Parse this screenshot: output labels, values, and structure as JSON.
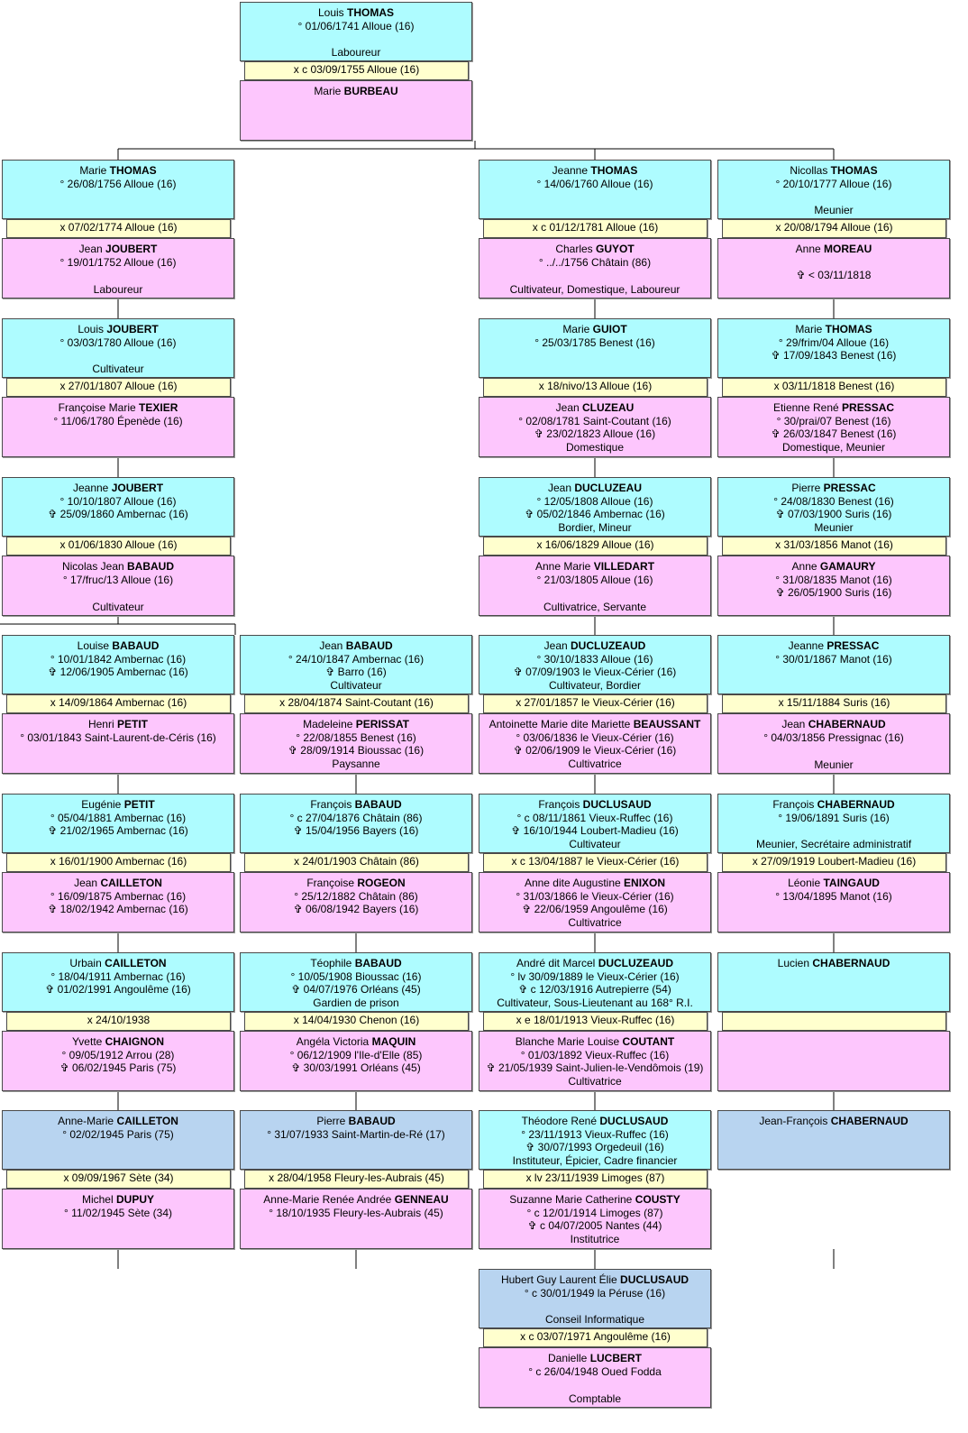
{
  "generations": [
    [
      {
        "type": "primary",
        "first": "Louis",
        "last": "THOMAS",
        "lines": [
          "° 01/06/1741 Alloue (16)"
        ],
        "occupation": "Laboureur"
      },
      {
        "type": "marriage",
        "text": "x c 03/09/1755 Alloue (16)"
      },
      {
        "type": "spouse",
        "first": "Marie",
        "last": "BURBEAU",
        "lines": [],
        "occupation": ""
      }
    ],
    [
      {
        "type": "primary",
        "first": "Marie",
        "last": "THOMAS",
        "lines": [
          "° 26/08/1756 Alloue (16)"
        ],
        "occupation": ""
      },
      {
        "type": "marriage",
        "text": "x 07/02/1774 Alloue (16)"
      },
      {
        "type": "spouse",
        "first": "Jean",
        "last": "JOUBERT",
        "lines": [
          "° 19/01/1752 Alloue (16)"
        ],
        "occupation": "Laboureur"
      },
      {
        "type": "primary",
        "first": "Jeanne",
        "last": "THOMAS",
        "lines": [
          "° 14/06/1760 Alloue (16)"
        ],
        "occupation": ""
      },
      {
        "type": "marriage",
        "text": "x c 01/12/1781 Alloue (16)"
      },
      {
        "type": "spouse",
        "first": "Charles",
        "last": "GUYOT",
        "lines": [
          "° ../../1756 Châtain (86)"
        ],
        "occupation": "Cultivateur, Domestique, Laboureur"
      },
      {
        "type": "primary",
        "first": "Nicollas",
        "last": "THOMAS",
        "lines": [
          "° 20/10/1777 Alloue (16)"
        ],
        "occupation": "Meunier"
      },
      {
        "type": "marriage",
        "text": "x 20/08/1794 Alloue (16)"
      },
      {
        "type": "spouse",
        "first": "Anne",
        "last": "MOREAU",
        "lines": [
          "",
          "✞ < 03/11/1818"
        ],
        "occupation": ""
      }
    ],
    [
      {
        "type": "primary",
        "first": "Louis",
        "last": "JOUBERT",
        "lines": [
          "° 03/03/1780 Alloue (16)"
        ],
        "occupation": "Cultivateur"
      },
      {
        "type": "marriage",
        "text": "x 27/01/1807 Alloue (16)"
      },
      {
        "type": "spouse",
        "first": "Françoise Marie",
        "last": "TEXIER",
        "lines": [
          "° 11/06/1780 Épenède (16)"
        ],
        "occupation": ""
      },
      {
        "type": "primary",
        "first": "Marie",
        "last": "GUIOT",
        "lines": [
          "°   25/03/1785 Benest (16)"
        ],
        "occupation": ""
      },
      {
        "type": "marriage",
        "text": "x 18/nivo/13 Alloue (16)"
      },
      {
        "type": "spouse",
        "first": "Jean",
        "last": "CLUZEAU",
        "lines": [
          "°   02/08/1781 Saint-Coutant (16)",
          "✞   23/02/1823 Alloue (16)",
          "Domestique"
        ],
        "occupation": ""
      },
      {
        "type": "primary",
        "first": "Marie",
        "last": "THOMAS",
        "lines": [
          "° 29/frim/04 Alloue (16)",
          "✞ 17/09/1843 Benest (16)"
        ],
        "occupation": ""
      },
      {
        "type": "marriage",
        "text": "x 03/11/1818 Benest (16)"
      },
      {
        "type": "spouse",
        "first": "Etienne René",
        "last": "PRESSAC",
        "lines": [
          "° 30/prai/07 Benest (16)",
          "✞ 26/03/1847 Benest (16)",
          "Domestique, Meunier"
        ],
        "occupation": ""
      }
    ],
    [
      {
        "type": "primary",
        "first": "Jeanne",
        "last": "JOUBERT",
        "lines": [
          "° 10/10/1807 Alloue (16)",
          "✞ 25/09/1860 Ambernac (16)"
        ],
        "occupation": ""
      },
      {
        "type": "marriage",
        "text": "x 01/06/1830 Alloue (16)"
      },
      {
        "type": "spouse",
        "first": "Nicolas Jean",
        "last": "BABAUD",
        "lines": [
          "° 17/fruc/13 Alloue (16)"
        ],
        "occupation": "Cultivateur"
      },
      {
        "type": "primary",
        "first": "Jean",
        "last": "DUCLUZEAU",
        "lines": [
          "°   12/05/1808 Alloue (16)",
          "✞   05/02/1846 Ambernac (16)",
          "Bordier, Mineur"
        ],
        "occupation": ""
      },
      {
        "type": "marriage",
        "text": "x 16/06/1829 Alloue (16)"
      },
      {
        "type": "spouse",
        "first": "Anne Marie",
        "last": "VILLEDART",
        "lines": [
          "°   21/03/1805 Alloue (16)"
        ],
        "occupation": "Cultivatrice, Servante"
      },
      {
        "type": "primary",
        "first": "Pierre",
        "last": "PRESSAC",
        "lines": [
          "° 24/08/1830 Benest (16)",
          "✞ 07/03/1900 Suris (16)",
          "Meunier"
        ],
        "occupation": ""
      },
      {
        "type": "marriage",
        "text": "x 31/03/1856 Manot (16)"
      },
      {
        "type": "spouse",
        "first": "Anne",
        "last": "GAMAURY",
        "lines": [
          "° 31/08/1835 Manot (16)",
          "✞ 26/05/1900 Suris (16)"
        ],
        "occupation": ""
      }
    ],
    [
      {
        "type": "primary",
        "first": "Louise",
        "last": "BABAUD",
        "lines": [
          "° 10/01/1842 Ambernac (16)",
          "✞ 12/06/1905 Ambernac (16)"
        ],
        "occupation": ""
      },
      {
        "type": "marriage",
        "text": "x 14/09/1864 Ambernac (16)"
      },
      {
        "type": "spouse",
        "first": "Henri",
        "last": "PETIT",
        "lines": [
          "° 03/01/1843 Saint-Laurent-de-Céris (16)"
        ],
        "occupation": ""
      },
      {
        "type": "primary",
        "first": "Jean",
        "last": "BABAUD",
        "lines": [
          "° 24/10/1847 Ambernac (16)",
          "✞ Barro (16)",
          "Cultivateur"
        ],
        "occupation": ""
      },
      {
        "type": "marriage",
        "text": "x 28/04/1874 Saint-Coutant (16)"
      },
      {
        "type": "spouse",
        "first": "Madeleine",
        "last": "PERISSAT",
        "lines": [
          "° 22/08/1855 Benest (16)",
          "✞ 28/09/1914 Bioussac (16)",
          "Paysanne"
        ],
        "occupation": ""
      },
      {
        "type": "primary",
        "first": "Jean",
        "last": "DUCLUZEAUD",
        "lines": [
          "°   30/10/1833 Alloue (16)",
          "✞   07/09/1903 le Vieux-Cérier (16)",
          "Cultivateur, Bordier"
        ],
        "occupation": ""
      },
      {
        "type": "marriage",
        "text": "x   27/01/1857 le Vieux-Cérier (16)"
      },
      {
        "type": "spouse",
        "first": "Antoinette Marie dite Mariette",
        "last": "BEAUSSANT",
        "lines": [
          "°   03/06/1836 le Vieux-Cérier (16)",
          "✞   02/06/1909 le Vieux-Cérier (16)",
          "Cultivatrice"
        ],
        "occupation": ""
      },
      {
        "type": "primary",
        "first": "Jeanne",
        "last": "PRESSAC",
        "lines": [
          "° 30/01/1867 Manot (16)"
        ],
        "occupation": ""
      },
      {
        "type": "marriage",
        "text": "x 15/11/1884 Suris (16)"
      },
      {
        "type": "spouse",
        "first": "Jean",
        "last": "CHABERNAUD",
        "lines": [
          "° 04/03/1856 Pressignac (16)"
        ],
        "occupation": "Meunier"
      }
    ],
    [
      {
        "type": "primary",
        "first": "Eugénie",
        "last": "PETIT",
        "lines": [
          "° 05/04/1881 Ambernac (16)",
          "✞ 21/02/1965 Ambernac (16)"
        ],
        "occupation": ""
      },
      {
        "type": "marriage",
        "text": "x 16/01/1900 Ambernac (16)"
      },
      {
        "type": "spouse",
        "first": "Jean",
        "last": "CAILLETON",
        "lines": [
          "° 16/09/1875 Ambernac (16)",
          "✞ 18/02/1942 Ambernac (16)"
        ],
        "occupation": ""
      },
      {
        "type": "primary",
        "first": "François",
        "last": "BABAUD",
        "lines": [
          "° c 27/04/1876 Châtain (86)",
          "✞ 15/04/1956 Bayers (16)"
        ],
        "occupation": ""
      },
      {
        "type": "marriage",
        "text": "x 24/01/1903 Châtain (86)"
      },
      {
        "type": "spouse",
        "first": "Françoise",
        "last": "ROGEON",
        "lines": [
          "° 25/12/1882 Châtain (86)",
          "✞ 06/08/1942 Bayers (16)"
        ],
        "occupation": ""
      },
      {
        "type": "primary",
        "first": "François",
        "last": "DUCLUSAUD",
        "lines": [
          "° c 08/11/1861 Vieux-Ruffec (16)",
          "✞ 16/10/1944 Loubert-Madieu (16)",
          "Cultivateur"
        ],
        "occupation": ""
      },
      {
        "type": "marriage",
        "text": "x c 13/04/1887 le Vieux-Cérier (16)"
      },
      {
        "type": "spouse",
        "first": "Anne dite Augustine",
        "last": "ENIXON",
        "lines": [
          "°   31/03/1866 le Vieux-Cérier (16)",
          "✞ 22/06/1959 Angoulême (16)",
          "Cultivatrice"
        ],
        "occupation": ""
      },
      {
        "type": "primary",
        "first": "François",
        "last": "CHABERNAUD",
        "lines": [
          "° 19/06/1891 Suris (16)"
        ],
        "occupation": "Meunier, Secrétaire administratif"
      },
      {
        "type": "marriage",
        "text": "x 27/09/1919 Loubert-Madieu (16)"
      },
      {
        "type": "spouse",
        "first": "Léonie",
        "last": "TAINGAUD",
        "lines": [
          "° 13/04/1895 Manot (16)"
        ],
        "occupation": ""
      }
    ],
    [
      {
        "type": "primary",
        "first": "Urbain",
        "last": "CAILLETON",
        "lines": [
          "° 18/04/1911 Ambernac (16)",
          "✞ 01/02/1991 Angoulême (16)"
        ],
        "occupation": ""
      },
      {
        "type": "marriage",
        "text": "x 24/10/1938"
      },
      {
        "type": "spouse",
        "first": "Yvette",
        "last": "CHAIGNON",
        "lines": [
          "° 09/05/1912 Arrou (28)",
          "✞ 06/02/1945 Paris (75)"
        ],
        "occupation": ""
      },
      {
        "type": "primary",
        "first": "Téophile",
        "last": "BABAUD",
        "lines": [
          "° 10/05/1908 Bioussac (16)",
          "✞ 04/07/1976 Orléans (45)",
          "Gardien de prison"
        ],
        "occupation": ""
      },
      {
        "type": "marriage",
        "text": "x 14/04/1930 Chenon (16)"
      },
      {
        "type": "spouse",
        "first": "Angéla Victoria",
        "last": "MAQUIN",
        "lines": [
          "° 06/12/1909 l'Ile-d'Elle (85)",
          "✞ 30/03/1991 Orléans (45)"
        ],
        "occupation": ""
      },
      {
        "type": "primary",
        "first": "André dit Marcel",
        "last": "DUCLUZEAUD",
        "lines": [
          "° lv 30/09/1889 le Vieux-Cérier (16)",
          "✞ c 12/03/1916 Autrepierre (54)",
          "Cultivateur, Sous-Lieutenant au 168° R.I."
        ],
        "occupation": ""
      },
      {
        "type": "marriage",
        "text": "x e 18/01/1913 Vieux-Ruffec (16)"
      },
      {
        "type": "spouse",
        "first": "Blanche Marie Louise",
        "last": "COUTANT",
        "lines": [
          "° 01/03/1892 Vieux-Ruffec (16)",
          "✞ 21/05/1939 Saint-Julien-le-Vendômois (19)",
          "Cultivatrice"
        ],
        "occupation": ""
      },
      {
        "type": "primary",
        "first": "Lucien",
        "last": "CHABERNAUD",
        "lines": [],
        "occupation": ""
      },
      {
        "type": "marriage",
        "text": ""
      },
      {
        "type": "spouse",
        "first": "",
        "last": "",
        "lines": [],
        "occupation": ""
      }
    ],
    [
      {
        "type": "leaf",
        "first": "Anne-Marie",
        "last": "CAILLETON",
        "lines": [
          "° 02/02/1945 Paris (75)"
        ],
        "occupation": ""
      },
      {
        "type": "marriage",
        "text": "x 09/09/1967 Sète (34)"
      },
      {
        "type": "spouse",
        "first": "Michel",
        "last": "DUPUY",
        "lines": [
          "° 11/02/1945 Sète (34)"
        ],
        "occupation": ""
      },
      {
        "type": "leaf",
        "first": "Pierre",
        "last": "BABAUD",
        "lines": [
          "° 31/07/1933 Saint-Martin-de-Ré (17)"
        ],
        "occupation": ""
      },
      {
        "type": "marriage",
        "text": "x 28/04/1958 Fleury-les-Aubrais (45)"
      },
      {
        "type": "spouse",
        "first": "Anne-Marie Renée Andrée",
        "last": "GENNEAU",
        "lines": [
          "° 18/10/1935 Fleury-les-Aubrais (45)"
        ],
        "occupation": ""
      },
      {
        "type": "primary",
        "first": "Théodore René",
        "last": "DUCLUSAUD",
        "lines": [
          "° 23/11/1913 Vieux-Ruffec (16)",
          "✞ 30/07/1993 Orgedeuil (16)",
          "Instituteur, Épicier, Cadre financier"
        ],
        "occupation": ""
      },
      {
        "type": "marriage",
        "text": "x lv 23/11/1939 Limoges (87)"
      },
      {
        "type": "spouse",
        "first": "Suzanne Marie Catherine",
        "last": "COUSTY",
        "lines": [
          "° c 12/01/1914 Limoges (87)",
          "✞ c 04/07/2005 Nantes (44)",
          "Institutrice"
        ],
        "occupation": ""
      },
      {
        "type": "leaf",
        "first": "Jean-François",
        "last": "CHABERNAUD",
        "lines": [],
        "occupation": ""
      }
    ],
    [
      {
        "type": "leaf",
        "first": "Hubert Guy Laurent Élie",
        "last": "DUCLUSAUD",
        "lines": [
          "° c 30/01/1949 la Péruse (16)"
        ],
        "occupation": "Conseil Informatique"
      },
      {
        "type": "marriage",
        "text": "x c 03/07/1971 Angoulême (16)"
      },
      {
        "type": "spouse",
        "first": "Danielle",
        "last": "LUCBERT",
        "lines": [
          "° c 26/04/1948 Oued Fodda"
        ],
        "occupation": "Comptable"
      }
    ]
  ]
}
